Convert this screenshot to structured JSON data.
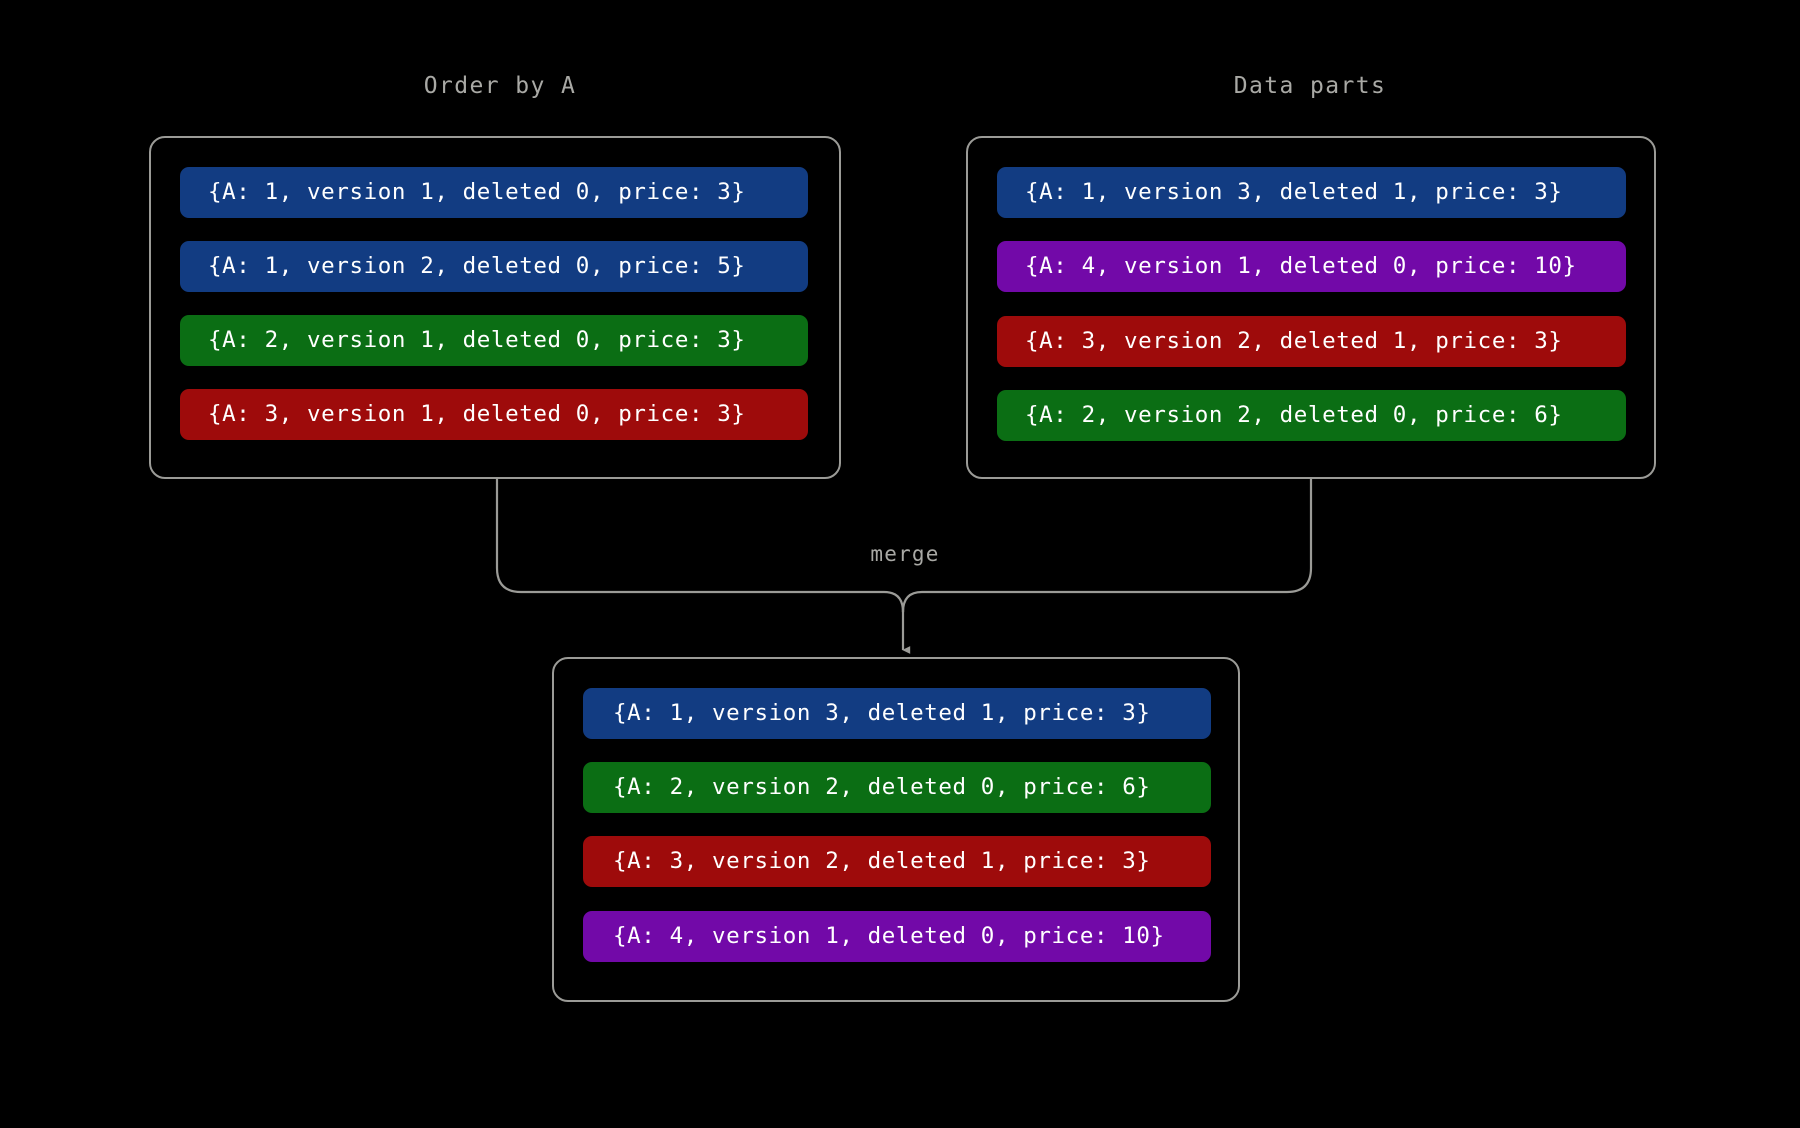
{
  "diagram": {
    "title": "merge of data parts with ReplacingMergeTree ordering",
    "background_color": "#000000",
    "border_color": "#9b9b97",
    "label_color": "#a9a9a5",
    "text_color": "#ffffff"
  },
  "colors": {
    "blue": "#123c82",
    "green": "#0b6e14",
    "red": "#9e0b0b",
    "purple": "#7209a8"
  },
  "panels": {
    "order_by": {
      "title": "Order by A",
      "rows": [
        {
          "text": "{A: 1, version 1, deleted 0, price: 3}",
          "color": "blue"
        },
        {
          "text": "{A: 1, version 2, deleted 0, price: 5}",
          "color": "blue"
        },
        {
          "text": "{A: 2, version 1, deleted 0, price: 3}",
          "color": "green"
        },
        {
          "text": "{A: 3, version 1, deleted 0, price: 3}",
          "color": "red"
        }
      ]
    },
    "data_parts": {
      "title": "Data parts",
      "rows": [
        {
          "text": "{A: 1, version 3, deleted 1, price: 3}",
          "color": "blue"
        },
        {
          "text": "{A: 4, version 1, deleted 0, price: 10}",
          "color": "purple"
        },
        {
          "text": "{A: 3, version 2, deleted 1, price: 3}",
          "color": "red"
        },
        {
          "text": "{A: 2, version 2, deleted 0, price: 6}",
          "color": "green"
        }
      ]
    },
    "merged": {
      "title": "",
      "rows": [
        {
          "text": "{A: 1, version 3, deleted 1, price: 3}",
          "color": "blue"
        },
        {
          "text": "{A: 2, version 2, deleted 0, price: 6}",
          "color": "green"
        },
        {
          "text": "{A: 3, version 2, deleted 1, price: 3}",
          "color": "red"
        },
        {
          "text": "{A: 4, version 1, deleted 0, price: 10}",
          "color": "purple"
        }
      ]
    }
  },
  "connector": {
    "label": "merge"
  }
}
